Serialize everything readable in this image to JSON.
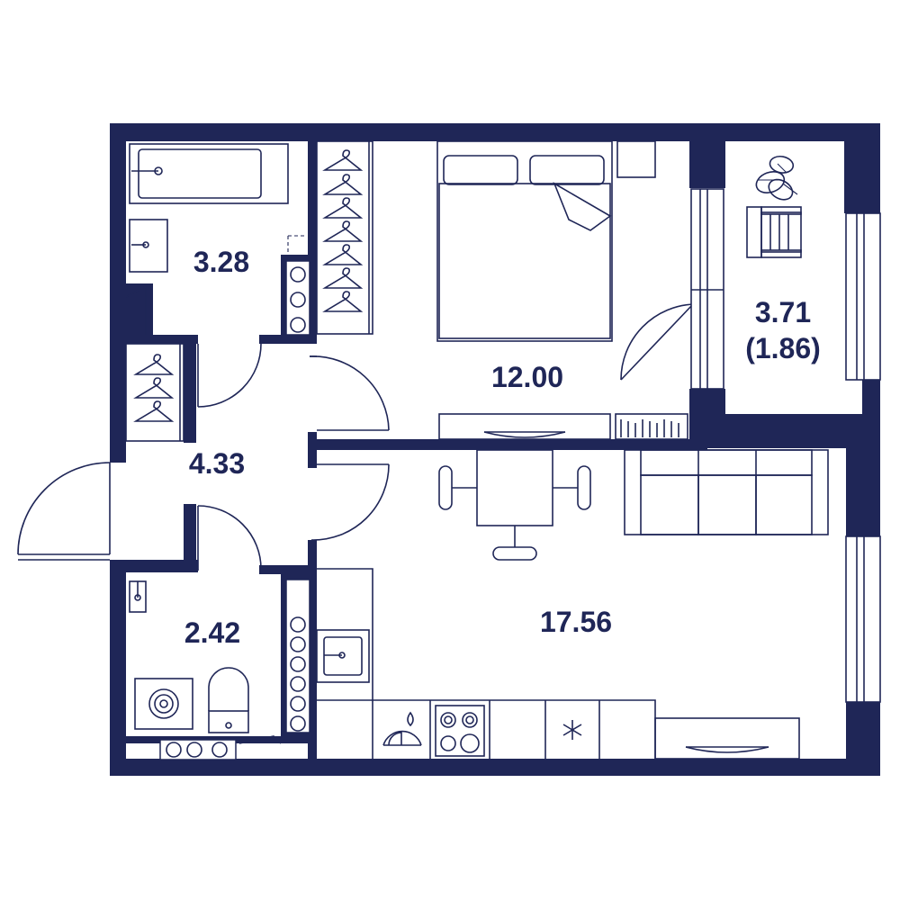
{
  "colors": {
    "wall": "#1f2657",
    "background": "#ffffff"
  },
  "rooms": {
    "bathroom": {
      "area": "3.28"
    },
    "hallway": {
      "area": "4.33"
    },
    "toilet": {
      "area": "2.42"
    },
    "bedroom": {
      "area": "12.00"
    },
    "kitchen_living": {
      "area": "17.56"
    },
    "balcony": {
      "area": "3.71",
      "reduced_area": "(1.86)"
    }
  },
  "icons": [
    "bathtub-icon",
    "sink-icon",
    "hanger-icon",
    "bed-icon",
    "dining-table-icon",
    "sofa-icon",
    "stove-icon",
    "fridge-icon",
    "washing-machine-icon",
    "toilet-icon",
    "boiler-icon",
    "plant-icon",
    "chair-icon",
    "radiator-icon"
  ]
}
